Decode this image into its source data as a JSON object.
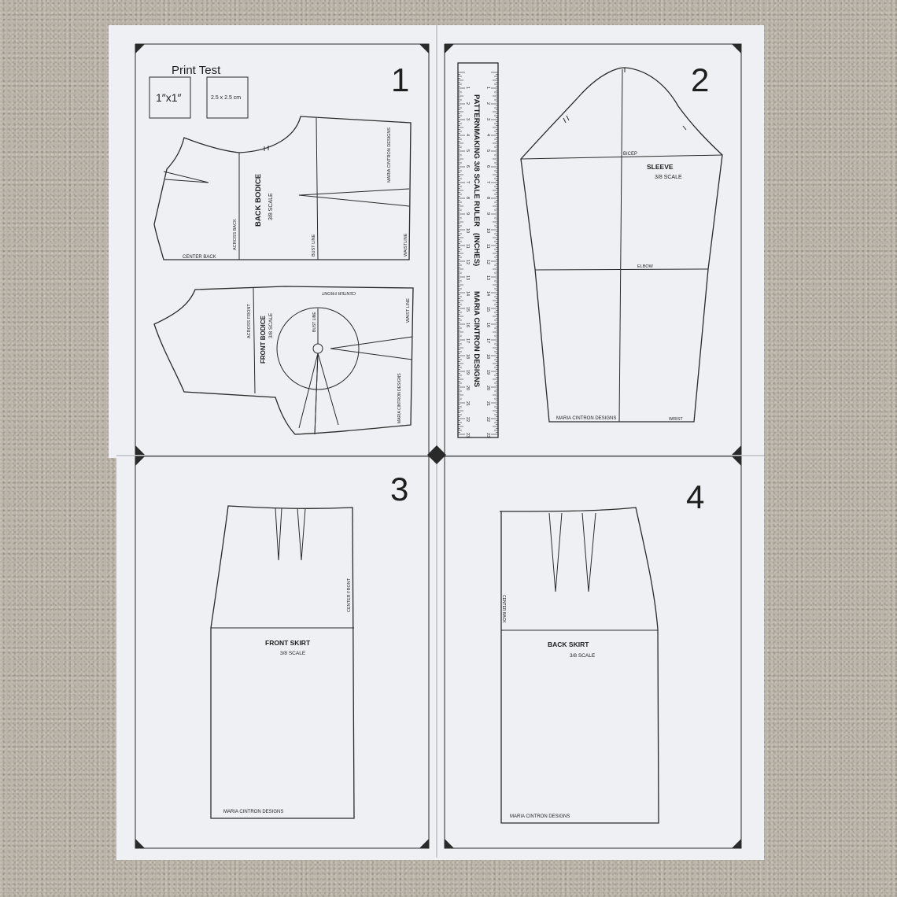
{
  "poster": {
    "page_numbers": [
      "1",
      "2",
      "3",
      "4"
    ],
    "print_test": {
      "title": "Print Test",
      "square_inch": "1″x1″",
      "square_cm": "2.5 x 2.5 cm"
    },
    "back_bodice": {
      "title": "BACK BODICE",
      "scale": "3/8 SCALE",
      "center_back": "CENTER BACK",
      "across_back": "ACROSS BACK",
      "bust_line": "BUST LINE",
      "waistline": "WAISTLINE",
      "designer": "MARIA CINTRON DESIGNS"
    },
    "front_bodice": {
      "title": "FRONT BODICE",
      "scale": "3/8 SCALE",
      "across_front": "ACROSS FRONT",
      "center_front": "CENTER FRONT",
      "bust_line": "BUST LINE",
      "waist_line": "WAIST LINE",
      "designer": "MARIA CINTRON DESIGNS"
    },
    "ruler": {
      "title": "PATTERNMAKING 3/8 SCALE RULER",
      "units": "(INCHES)",
      "designer": "MARIA CINTRON DESIGNS",
      "numbers": [
        "1",
        "2",
        "3",
        "4",
        "5",
        "6",
        "7",
        "8",
        "9",
        "10",
        "11",
        "12",
        "13",
        "14",
        "15",
        "16",
        "17",
        "18",
        "19",
        "20",
        "21",
        "22",
        "23"
      ]
    },
    "sleeve": {
      "title": "SLEEVE",
      "scale": "3/8 SCALE",
      "bicep": "BICEP",
      "elbow": "ELBOW",
      "wrist": "WRIST",
      "designer": "MARIA CINTRON DESIGNS"
    },
    "front_skirt": {
      "title": "FRONT SKIRT",
      "scale": "3/8 SCALE",
      "center_front": "CENTER FRONT",
      "designer": "MARIA CINTRON DESIGNS"
    },
    "back_skirt": {
      "title": "BACK SKIRT",
      "scale": "3/8 SCALE",
      "center_back": "CENTER BACK",
      "designer": "MARIA CINTRON DESIGNS"
    }
  },
  "colors": {
    "carpet": "#b9b3a8",
    "paper": "#eef0f3",
    "ink": "#2a2a2a"
  }
}
